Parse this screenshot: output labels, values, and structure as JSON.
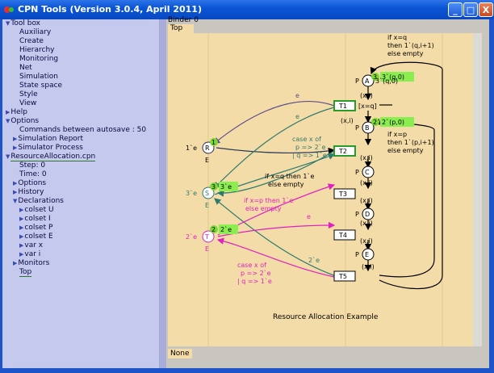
{
  "window": {
    "title": "CPN Tools (Version 3.0.4, April 2011)",
    "min_label": "_",
    "max_label": "□",
    "close_label": "X"
  },
  "tree": {
    "tool_box": "Tool box",
    "auxiliary": "Auxiliary",
    "create": "Create",
    "hierarchy": "Hierarchy",
    "monitoring": "Monitoring",
    "net": "Net",
    "simulation": "Simulation",
    "state_space": "State space",
    "style": "Style",
    "view": "View",
    "help": "Help",
    "options": "Options",
    "autosave": "Commands between autosave : 50",
    "sim_report": "Simulation Report",
    "sim_process": "Simulator Process",
    "file": "ResourceAllocation.cpn",
    "step": "Step: 0",
    "time": "Time: 0",
    "file_options": "Options",
    "history": "History",
    "declarations": "Declarations",
    "colset_u": "colset U",
    "colset_i": "colset I",
    "colset_p": "colset P",
    "colset_e": "colset E",
    "var_x": "var x",
    "var_i": "var i",
    "monitors": "Monitors",
    "top": "Top"
  },
  "binder": {
    "label": "Binder 0",
    "tab": "Top",
    "bottom_tab": "None"
  },
  "net": {
    "title": "Resource Allocation Example",
    "places": {
      "A": "A",
      "B": "B",
      "C": "C",
      "D": "D",
      "E": "E",
      "R": "R",
      "S": "S",
      "T": "T"
    },
    "transitions": {
      "T1": "T1",
      "T2": "T2",
      "T3": "T3",
      "T4": "T4",
      "T5": "T5"
    },
    "guard_t1": "[x=q]",
    "type_p": "P",
    "type_e": "E",
    "init_r": "1`e",
    "init_s": "3`e",
    "init_t": "2`e",
    "init_a": "3`(q,0)",
    "count_a": "3",
    "marking_a": "3`(q,0)",
    "count_b": "2",
    "marking_b": "2`(p,0)",
    "count_r": "1",
    "count_s": "3",
    "marking_s": "3`e",
    "count_t": "2",
    "marking_t": "2`e",
    "xi": "(x,i)",
    "e": "e",
    "two_e": "2`e",
    "ifq1": "if x=q",
    "ifq2": "then 1`(q,i+1)",
    "ifq3": "else empty",
    "ifp1": "if x=p",
    "ifp2": "then 1`(p,i+1)",
    "ifp3": "else empty",
    "case1_1": "case x of",
    "case1_2": "p => 2`e",
    "case1_3": "| q => 1`e",
    "ifqe1": "if x=q then 1`e",
    "ifqe2": "else empty",
    "ifpe1": "if x=p then 1`e",
    "ifpe2": "else empty",
    "case2_1": "case x of",
    "case2_2": "p => 2`e",
    "case2_3": "| q => 1`e"
  }
}
